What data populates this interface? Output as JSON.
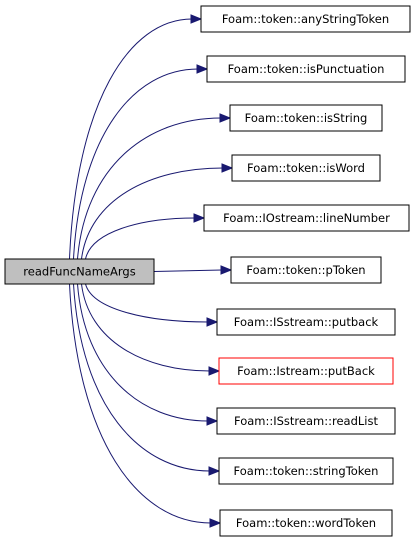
{
  "root": {
    "label": "readFuncNameArgs"
  },
  "callees": [
    {
      "label": "Foam::token::anyStringToken",
      "link": "normal"
    },
    {
      "label": "Foam::token::isPunctuation",
      "link": "normal"
    },
    {
      "label": "Foam::token::isString",
      "link": "normal"
    },
    {
      "label": "Foam::token::isWord",
      "link": "normal"
    },
    {
      "label": "Foam::IOstream::lineNumber",
      "link": "normal"
    },
    {
      "label": "Foam::token::pToken",
      "link": "normal"
    },
    {
      "label": "Foam::ISstream::putback",
      "link": "normal"
    },
    {
      "label": "Foam::Istream::putBack",
      "link": "external"
    },
    {
      "label": "Foam::ISstream::readList",
      "link": "normal"
    },
    {
      "label": "Foam::token::stringToken",
      "link": "normal"
    },
    {
      "label": "Foam::token::wordToken",
      "link": "normal"
    }
  ],
  "colors": {
    "edge": "#191970",
    "root_fill": "#bfbfbf",
    "external_border": "#ff0000",
    "external_text": "#ff0000",
    "node_border": "#000000"
  }
}
